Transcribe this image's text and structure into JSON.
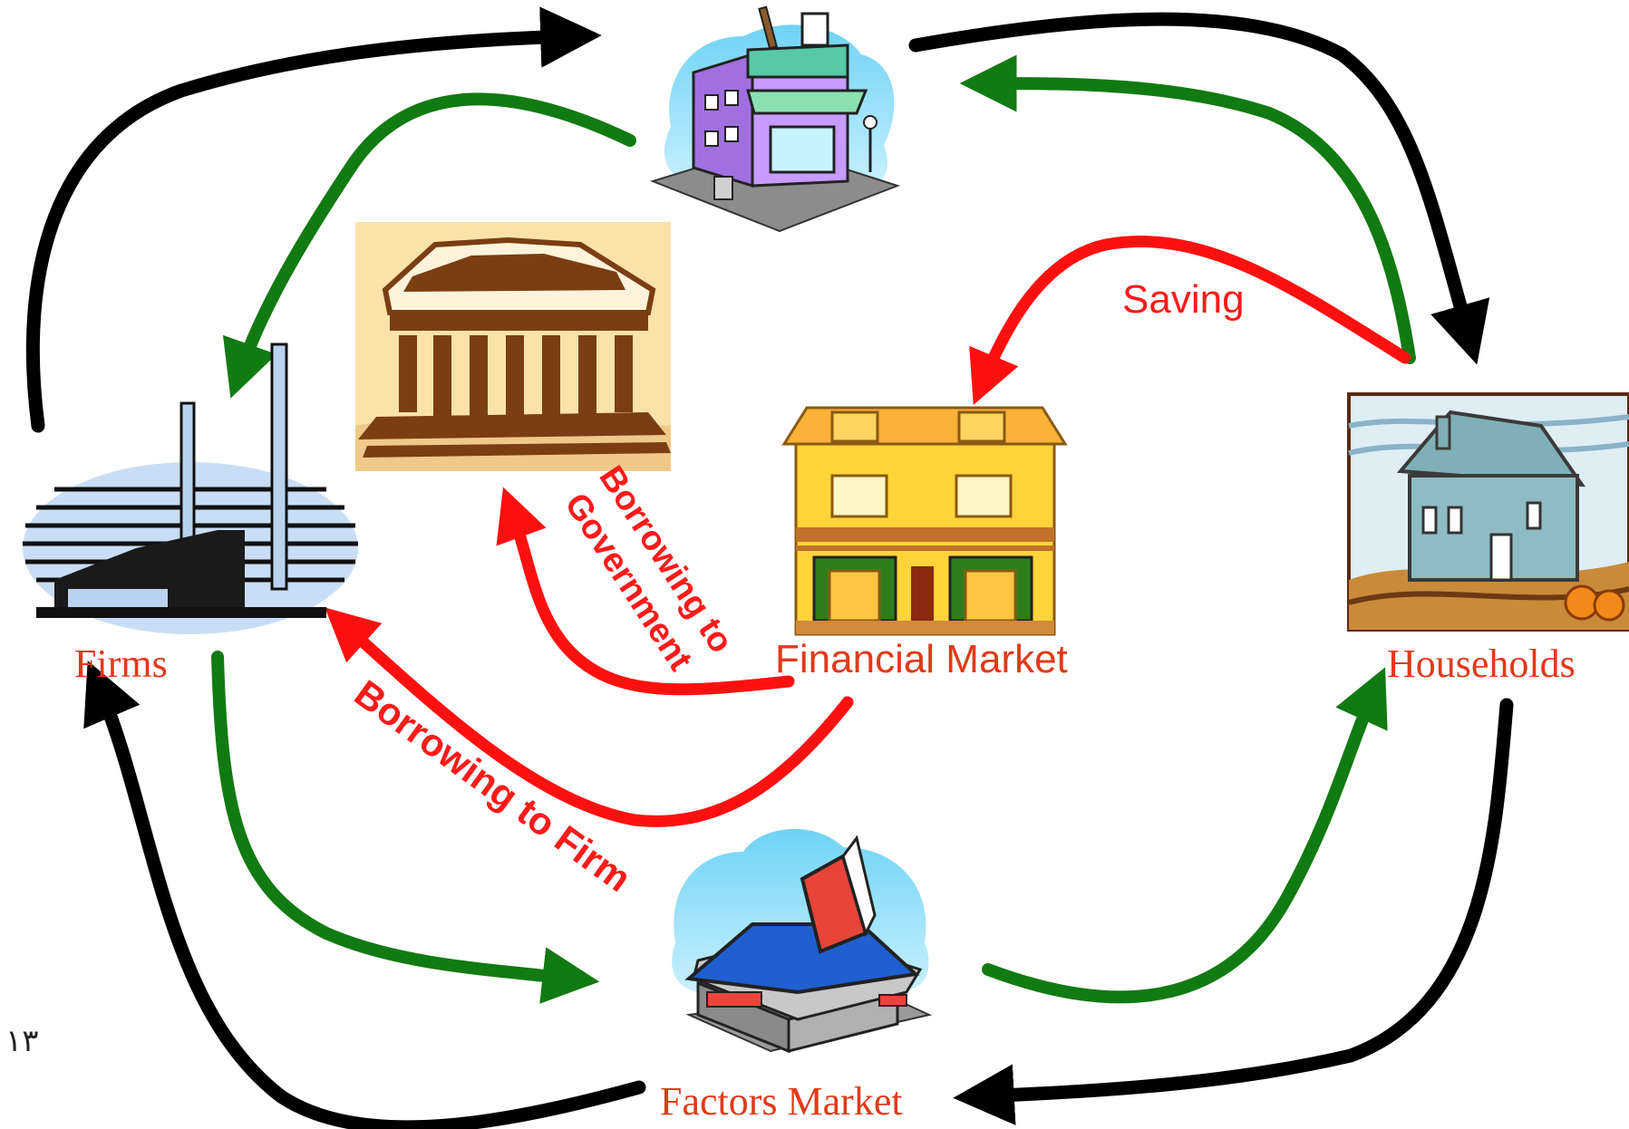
{
  "nodes": {
    "firms": "Firms",
    "households": "Households",
    "financial_market": "Financial Market",
    "factors_market": "Factors Market"
  },
  "flows": {
    "saving": "Saving",
    "borrowing_to_government": [
      "Borrowing to",
      "Government"
    ],
    "borrowing_to_firm": "Borrowing to Firm"
  },
  "page_number": "۱۳",
  "colors": {
    "node_label": "#e03a1a",
    "flow_label": "#ff1a1a",
    "money_arrow": "#000000",
    "goods_arrow": "#127a12",
    "finance_arrow": "#ff1010"
  },
  "icons": [
    "goods-market-shop-icon",
    "government-temple-icon",
    "financial-market-house-icon",
    "households-house-icon",
    "firms-factory-icon",
    "factors-market-store-icon"
  ]
}
